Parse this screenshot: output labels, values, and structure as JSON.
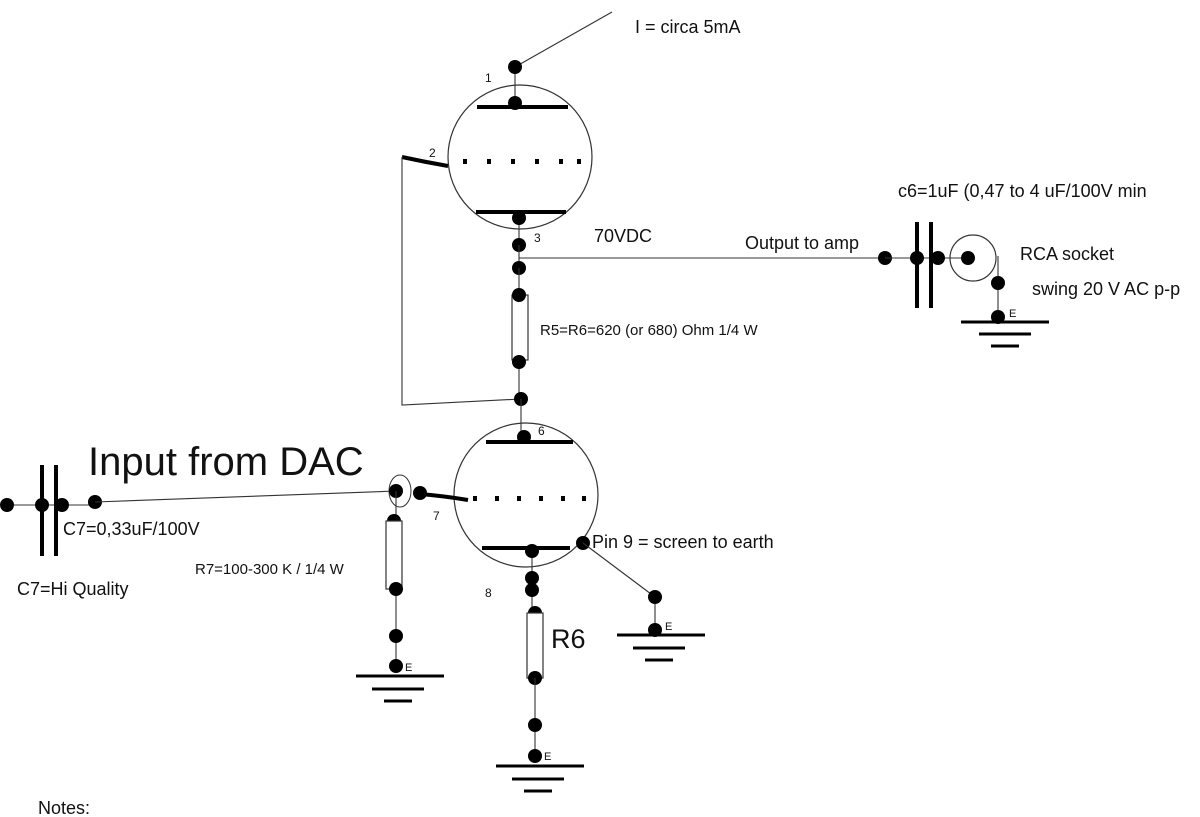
{
  "labels": {
    "current": "I = circa 5mA",
    "vdc": "70VDC",
    "output": "Output  to amp",
    "c6": "c6=1uF (0,47 to 4 uF/100V min",
    "rca": "RCA socket",
    "swing": "swing 20 V AC p-p",
    "r5r6": "R5=R6=620 (or 680)  Ohm 1/4 W",
    "input": "Input from DAC",
    "c7": "C7=0,33uF/100V",
    "c7q": "C7=Hi Quality",
    "r7": "R7=100-300 K / 1/4 W",
    "pin9": "Pin 9 = screen to earth",
    "r6": "R6",
    "notes": "Notes:"
  },
  "pins": [
    "1",
    "2",
    "3",
    "6",
    "7",
    "8"
  ],
  "earth_label": "E"
}
